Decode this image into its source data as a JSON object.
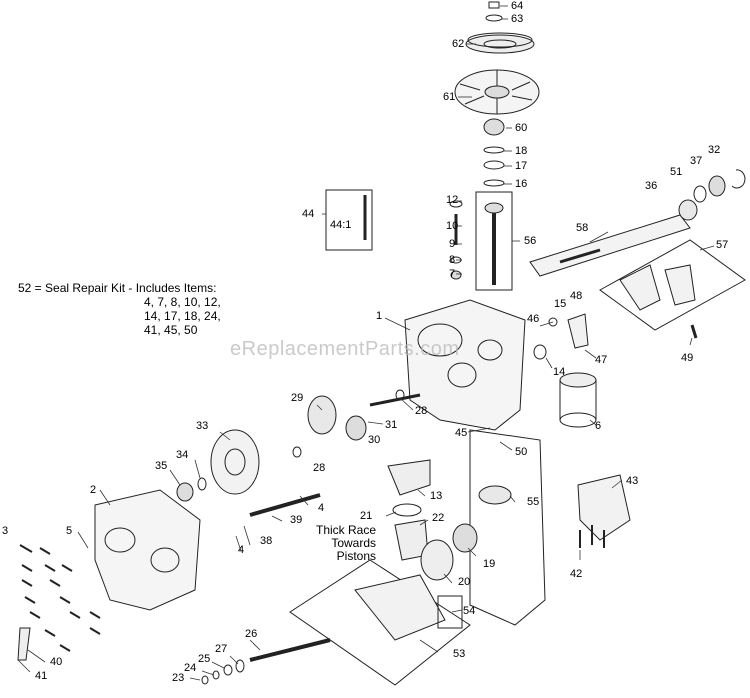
{
  "watermark": "eReplacementParts.com",
  "note": {
    "lines": [
      "52 = Seal Repair Kit - Includes Items:",
      "4, 7, 8, 10, 12,",
      "14, 17, 18, 24,",
      "41, 45, 50"
    ]
  },
  "annotation": {
    "lines": [
      "Thick Race",
      "Towards",
      "Pistons"
    ]
  },
  "callouts": [
    "64",
    "63",
    "62",
    "61",
    "60",
    "18",
    "17",
    "16",
    "32",
    "37",
    "51",
    "36",
    "12",
    "10",
    "9",
    "8",
    "7",
    "44",
    "44:1",
    "56",
    "58",
    "57",
    "48",
    "15",
    "1",
    "46",
    "47",
    "49",
    "14",
    "29",
    "31",
    "28",
    "30",
    "33",
    "34",
    "35",
    "28",
    "6",
    "45",
    "50",
    "13",
    "4",
    "2",
    "5",
    "3",
    "38",
    "39",
    "4",
    "21",
    "22",
    "55",
    "43",
    "19",
    "20",
    "42",
    "54",
    "26",
    "27",
    "25",
    "24",
    "23",
    "53",
    "40",
    "41"
  ]
}
